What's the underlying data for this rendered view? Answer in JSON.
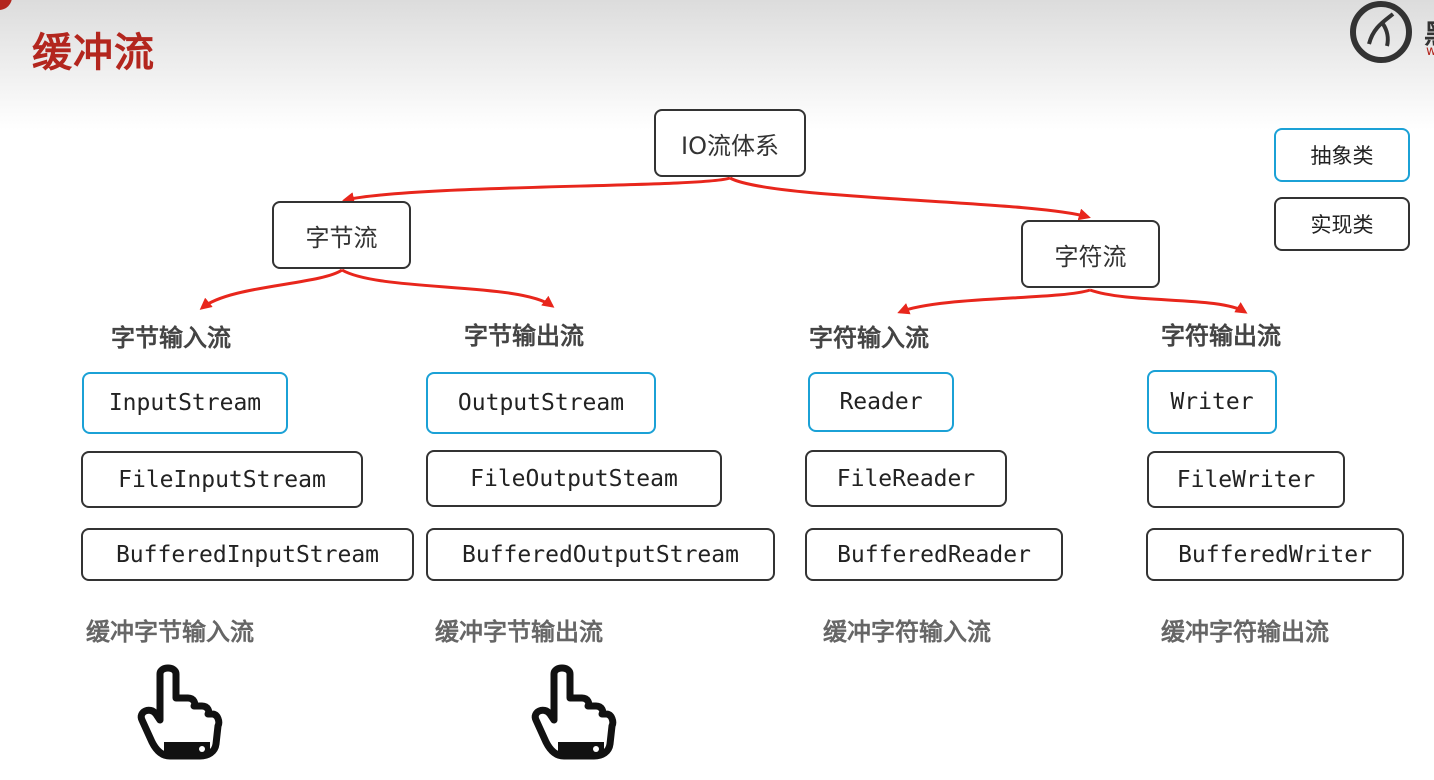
{
  "page": {
    "title": "缓冲流"
  },
  "root": {
    "label": "IO流体系"
  },
  "byte_stream": {
    "label": "字节流"
  },
  "char_stream": {
    "label": "字符流"
  },
  "legend": {
    "abstract": "抽象类",
    "impl": "实现类"
  },
  "columns": [
    {
      "header": "字节输入流",
      "abstract": "InputStream",
      "impl": "FileInputStream",
      "buffered": "BufferedInputStream",
      "caption": "缓冲字节输入流"
    },
    {
      "header": "字节输出流",
      "abstract": "OutputStream",
      "impl": "FileOutputSteam",
      "buffered": "BufferedOutputStream",
      "caption": "缓冲字节输出流"
    },
    {
      "header": "字符输入流",
      "abstract": "Reader",
      "impl": "FileReader",
      "buffered": "BufferedReader",
      "caption": "缓冲字符输入流"
    },
    {
      "header": "字符输出流",
      "abstract": "Writer",
      "impl": "FileWriter",
      "buffered": "BufferedWriter",
      "caption": "缓冲字符输出流"
    }
  ],
  "colors": {
    "accent": "#b3261e",
    "arrow": "#e8261c",
    "abstract_border": "#1ba1d6",
    "impl_border": "#333333"
  },
  "icons": {
    "pointer": "pointing-hand-icon",
    "logo": "logo-icon"
  }
}
